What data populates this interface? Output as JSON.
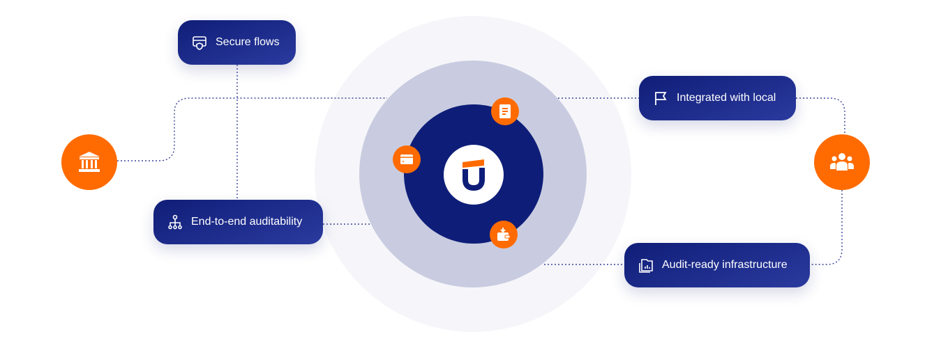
{
  "colors": {
    "accent": "#ff6b00",
    "navy": "#0e1e78",
    "ring_outer": "#f6f6fa",
    "ring_middle": "#c9cce0"
  },
  "features": [
    {
      "label": "Secure flows",
      "icon": "secure-card-shield-icon"
    },
    {
      "label": "End-to-end auditability",
      "icon": "hierarchy-icon"
    },
    {
      "label": "Integrated with local",
      "icon": "flag-icon"
    },
    {
      "label": "Audit-ready infrastructure",
      "icon": "report-folder-icon"
    }
  ],
  "nodes": [
    {
      "icon": "bank-icon"
    },
    {
      "icon": "users-icon"
    }
  ],
  "center": {
    "logo": "U",
    "satellites": [
      "document-icon",
      "card-icon",
      "wallet-download-icon"
    ]
  }
}
